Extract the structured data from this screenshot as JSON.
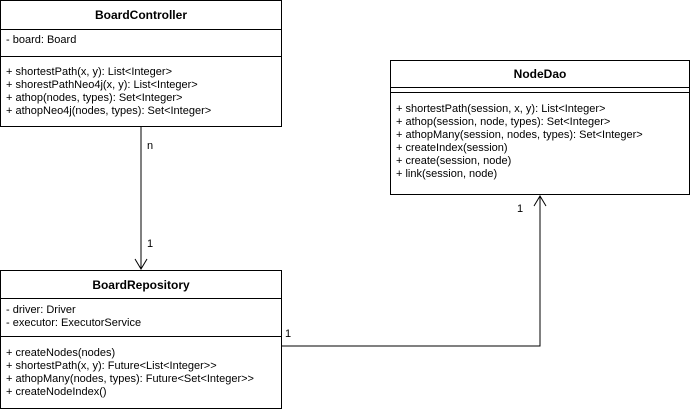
{
  "classes": {
    "board_controller": {
      "name": "BoardController",
      "attributes": [
        "- board: Board"
      ],
      "operations": [
        "+ shortestPath(x, y): List<Integer>",
        "+ shorestPathNeo4j(x, y): List<Integer>",
        "+ athop(nodes, types): Set<Integer>",
        "+ athopNeo4j(nodes, types): Set<Integer>"
      ]
    },
    "node_dao": {
      "name": "NodeDao",
      "operations": [
        "+ shortestPath(session, x, y): List<Integer>",
        "+ athop(session, node, types): Set<Integer>",
        "+ athopMany(session, nodes, types): Set<Integer>",
        "+ createIndex(session)",
        "+ create(session, node)",
        "+ link(session, node)"
      ]
    },
    "board_repository": {
      "name": "BoardRepository",
      "attributes": [
        "- driver: Driver",
        "- executor: ExecutorService"
      ],
      "operations": [
        "+ createNodes(nodes)",
        "+ shortestPath(x, y): Future<List<Integer>>",
        "+ athopMany(nodes, types): Future<Set<Integer>>",
        "+ createNodeIndex()"
      ]
    }
  },
  "associations": {
    "controller_to_repository": {
      "source_mult": "n",
      "target_mult": "1"
    },
    "repository_to_dao": {
      "source_mult": "1",
      "target_mult": "1"
    }
  }
}
